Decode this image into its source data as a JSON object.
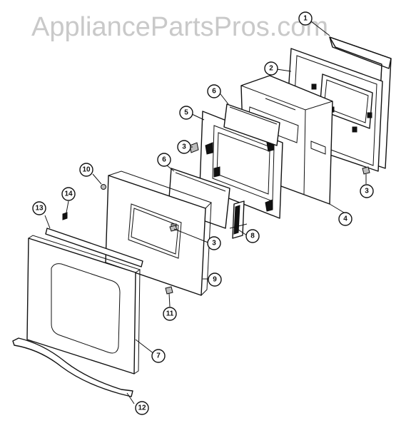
{
  "watermark": {
    "text": "AppliancePartsPros.com"
  },
  "callouts": [
    {
      "id": "c1",
      "label": "1"
    },
    {
      "id": "c2",
      "label": "2"
    },
    {
      "id": "c3a",
      "label": "3"
    },
    {
      "id": "c3b",
      "label": "3"
    },
    {
      "id": "c3c",
      "label": "3"
    },
    {
      "id": "c4",
      "label": "4"
    },
    {
      "id": "c5",
      "label": "5"
    },
    {
      "id": "c6a",
      "label": "6"
    },
    {
      "id": "c6b",
      "label": "6"
    },
    {
      "id": "c7",
      "label": "7"
    },
    {
      "id": "c8",
      "label": "8"
    },
    {
      "id": "c9",
      "label": "9"
    },
    {
      "id": "c10",
      "label": "10"
    },
    {
      "id": "c11",
      "label": "11"
    },
    {
      "id": "c12",
      "label": "12"
    },
    {
      "id": "c13",
      "label": "13"
    },
    {
      "id": "c14",
      "label": "14"
    }
  ]
}
